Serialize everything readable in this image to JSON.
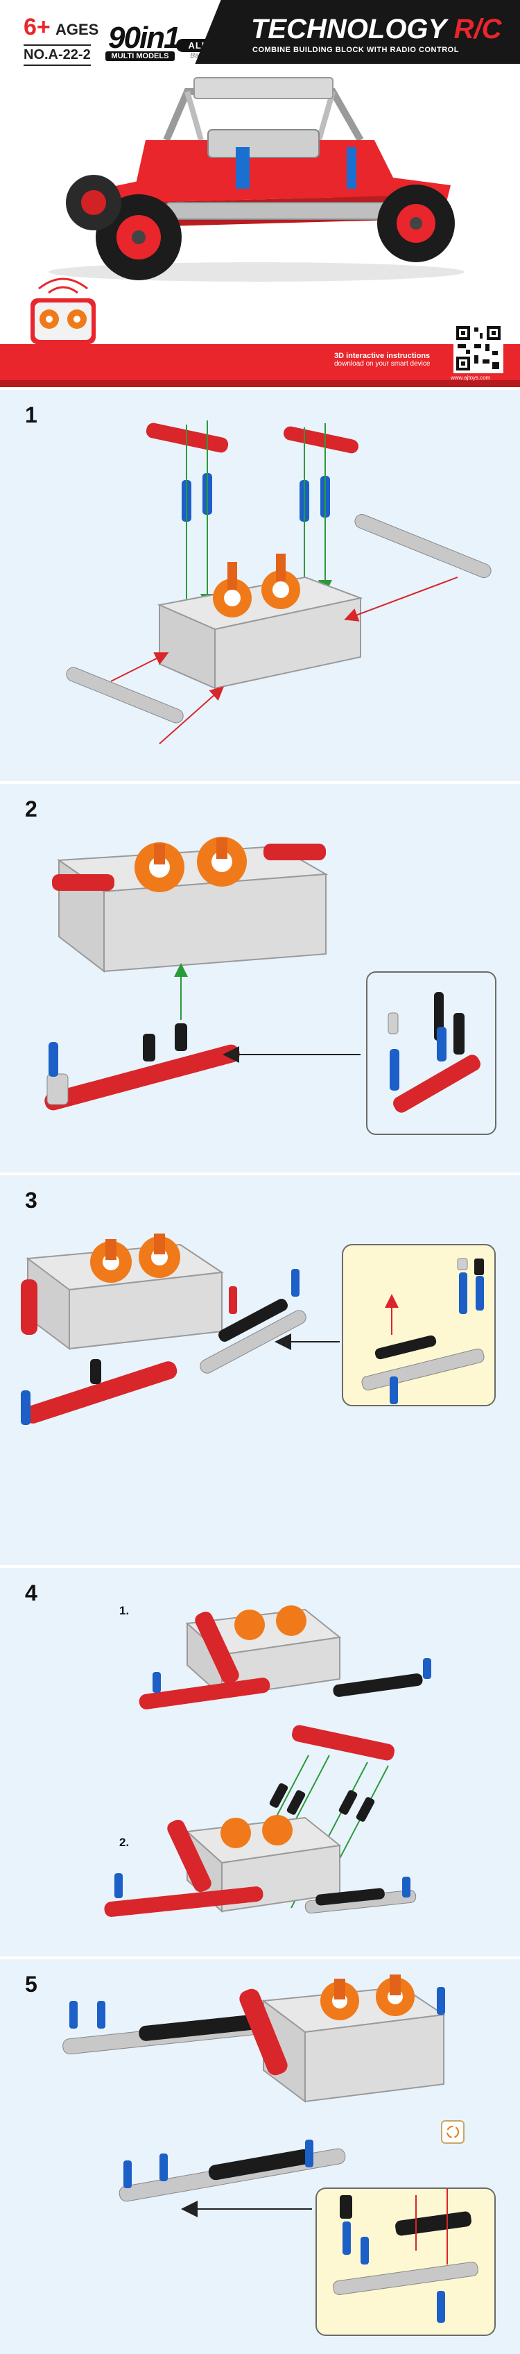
{
  "cover": {
    "age_number": "6+",
    "age_word": "AGES",
    "model_no": "NO.A-22-2",
    "badge_big": "90in1",
    "badge_sub": "MULTI MODELS",
    "alloy_label": "ALLOY",
    "alloy_mini": "Ba+Cr Zn",
    "brand_title": "TECHNOLOGY",
    "brand_rc": "R/C",
    "brand_sub": "COMBINE BUILDING BLOCK WITH RADIO CONTROL",
    "download_title": "3D interactive instructions",
    "download_sub": "download on your smart device",
    "qr_url": "www.ajtoys.com",
    "colors": {
      "red": "#e8262b",
      "black": "#171717"
    }
  },
  "steps": [
    {
      "number": "1"
    },
    {
      "number": "2"
    },
    {
      "number": "3"
    },
    {
      "number": "4",
      "sub_labels": [
        "1.",
        "2."
      ]
    },
    {
      "number": "5"
    }
  ]
}
